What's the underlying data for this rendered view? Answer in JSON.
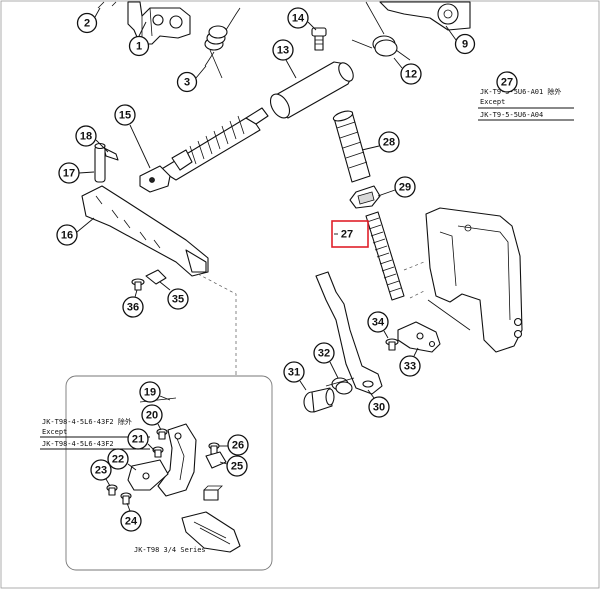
{
  "callouts": [
    {
      "id": "1",
      "label": "1"
    },
    {
      "id": "2",
      "label": "2"
    },
    {
      "id": "3",
      "label": "3"
    },
    {
      "id": "9",
      "label": "9"
    },
    {
      "id": "12",
      "label": "12"
    },
    {
      "id": "13",
      "label": "13"
    },
    {
      "id": "14",
      "label": "14"
    },
    {
      "id": "15",
      "label": "15"
    },
    {
      "id": "16",
      "label": "16"
    },
    {
      "id": "17",
      "label": "17"
    },
    {
      "id": "18",
      "label": "18"
    },
    {
      "id": "19",
      "label": "19"
    },
    {
      "id": "20",
      "label": "20"
    },
    {
      "id": "21",
      "label": "21"
    },
    {
      "id": "22",
      "label": "22"
    },
    {
      "id": "23",
      "label": "23"
    },
    {
      "id": "24",
      "label": "24"
    },
    {
      "id": "25",
      "label": "25"
    },
    {
      "id": "26",
      "label": "26"
    },
    {
      "id": "27",
      "label": "27"
    },
    {
      "id": "27n",
      "label": "27"
    },
    {
      "id": "28",
      "label": "28"
    },
    {
      "id": "29",
      "label": "29"
    },
    {
      "id": "30",
      "label": "30"
    },
    {
      "id": "31",
      "label": "31"
    },
    {
      "id": "32",
      "label": "32"
    },
    {
      "id": "33",
      "label": "33"
    },
    {
      "id": "34",
      "label": "34"
    },
    {
      "id": "35",
      "label": "35"
    },
    {
      "id": "36",
      "label": "36"
    }
  ],
  "highlight": {
    "label": "27",
    "color": "#e0202a"
  },
  "note_right": {
    "line1": "JK-T9-5-5U6-A01 除外",
    "line2": "Except",
    "line3": "JK-T9-5-5U6-A04"
  },
  "note_inset": {
    "line1": "JK-T98-4-5L6-43F2 除外",
    "line2": "Except",
    "line3": "JK-T98-4-5L6-43F2"
  },
  "inset_caption": "JK-T98 3/4 Series"
}
